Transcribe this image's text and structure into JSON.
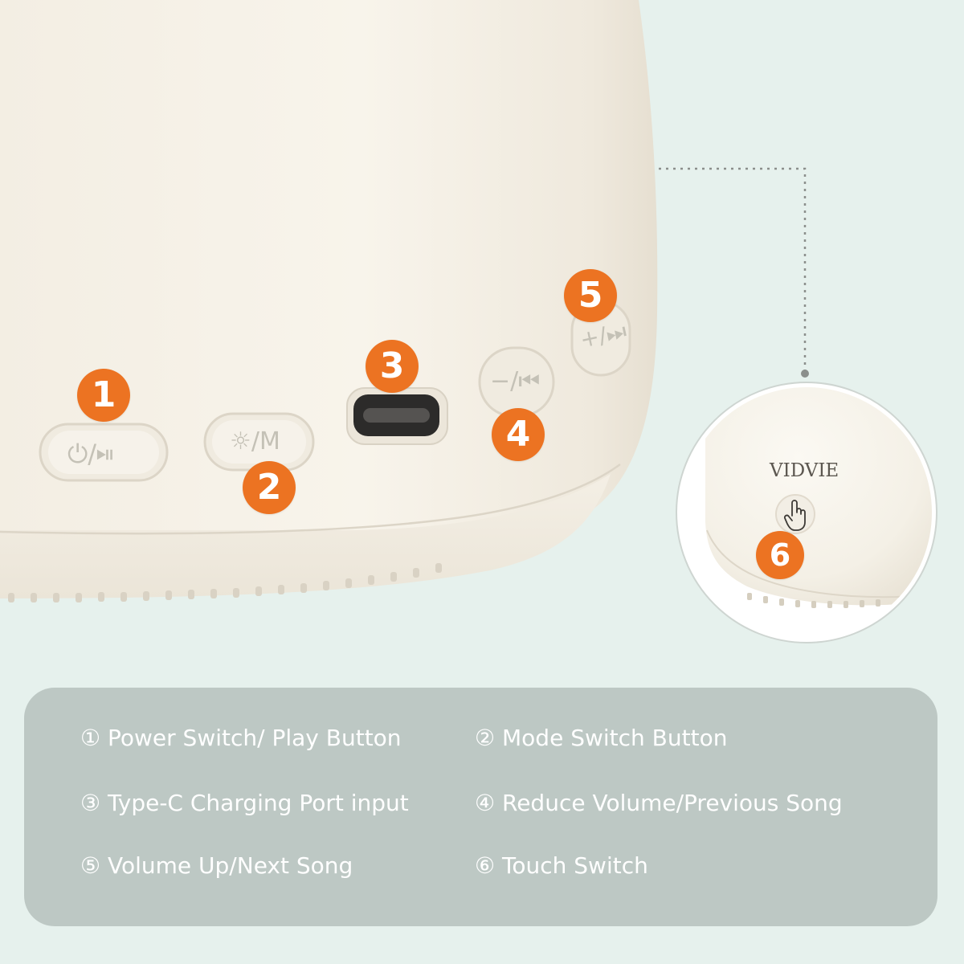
{
  "colors": {
    "background": "#e6f1ed",
    "product": "#f7f3ea",
    "badge": "#ec7322",
    "panel": "#bdc8c4",
    "legend_text": "#ffffff"
  },
  "buttons": [
    {
      "label": "⏻/⏯",
      "icon": "power-play-icon"
    },
    {
      "label": "☼/M",
      "icon": "mode-sun-icon"
    },
    {
      "label": "",
      "icon": "type-c-port"
    },
    {
      "label": "−/⏮",
      "icon": "volume-down-previous-icon"
    },
    {
      "label": "+/⏭",
      "icon": "volume-up-next-icon"
    }
  ],
  "badges": [
    "1",
    "2",
    "3",
    "4",
    "5",
    "6"
  ],
  "zoom": {
    "brand": "VIDVIE",
    "icon": "touch-hand-icon"
  },
  "legend": [
    "① Power Switch/ Play Button",
    "② Mode Switch Button",
    "③ Type-C Charging Port input",
    "④ Reduce Volume/Previous Song",
    "⑤ Volume Up/Next Song",
    "⑥ Touch Switch"
  ]
}
